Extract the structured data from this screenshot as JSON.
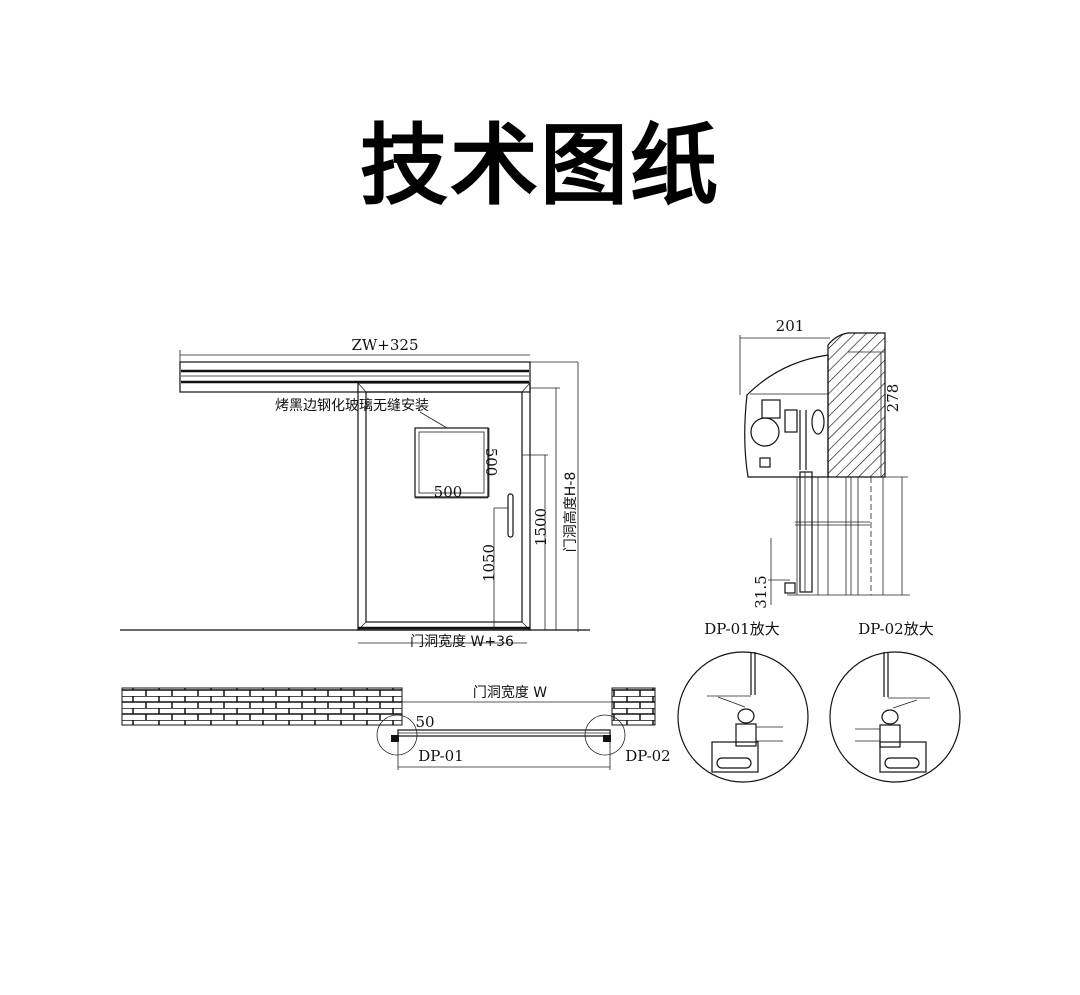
{
  "title": "技术图纸",
  "elevation": {
    "rail_width_label": "ZW+325",
    "glass_note": "烤黑边钢化玻璃无缝安装",
    "window_height": "500",
    "window_width": "500",
    "handle_height": "1050",
    "window_top_height": "1500",
    "opening_height": "门洞高度H-8",
    "door_width": "门洞宽度 W+36"
  },
  "plan": {
    "opening_width": "门洞宽度 W",
    "overlap": "50",
    "detail_1": "DP-01",
    "detail_2": "DP-02"
  },
  "section": {
    "depth": "201",
    "header_height": "278",
    "floor_gap": "31.5"
  },
  "details": {
    "dp01_label": "DP-01放大",
    "dp02_label": "DP-02放大"
  }
}
